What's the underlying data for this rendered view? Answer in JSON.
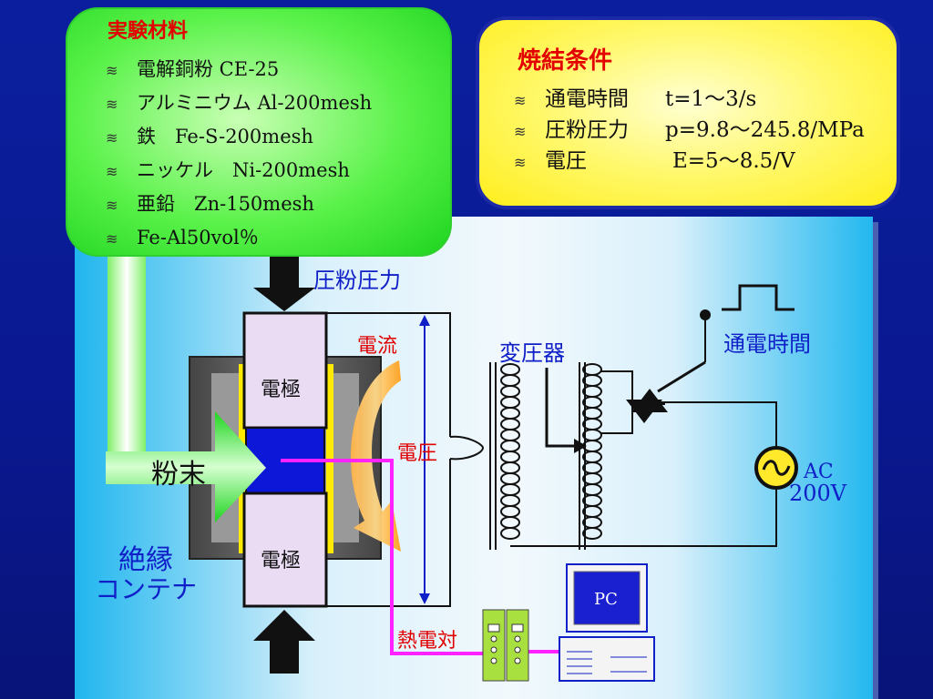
{
  "materials": {
    "title": "実験材料",
    "items": [
      "電解銅粉 CE-25",
      "アルミニウム Al-200mesh",
      "鉄　Fe-S-200mesh",
      "ニッケル　Ni-200mesh",
      "亜鉛　Zn-150mesh",
      "Fe-Al50vol％"
    ]
  },
  "conditions": {
    "title": "焼結条件",
    "items": [
      {
        "label": "通電時間",
        "value": "t=1～3/s"
      },
      {
        "label": "圧粉圧力",
        "value": "p=9.8～245.8/MPa"
      },
      {
        "label": "電圧",
        "value": "E=5～8.5/V"
      }
    ]
  },
  "diagram": {
    "pressure": "圧粉圧力",
    "current": "電流",
    "voltage": "電圧",
    "electrode_top": "電極",
    "electrode_bottom": "電極",
    "powder": "粉末",
    "insulator_line1": "絶縁",
    "insulator_line2": "コンテナ",
    "transformer": "変圧器",
    "energize_time": "通電時間",
    "ac_line1": "AC",
    "ac_line2": "200V",
    "thermocouple": "熱電対",
    "pc": "PC"
  },
  "colors": {
    "materials_box": "#4cec3c",
    "conditions_box": "#fff64a",
    "title_red": "#e30000",
    "label_blue": "#1020c8",
    "powder_blue": "#0d17d8",
    "electrode_pink": "#e9dcf3",
    "thermocouple_wire": "#ff22ff"
  },
  "icons": [
    "bullet-wave-icon",
    "ac-source-icon",
    "thyristor-icon",
    "pulse-icon",
    "pc-icon",
    "thermocouple-unit-icon"
  ]
}
